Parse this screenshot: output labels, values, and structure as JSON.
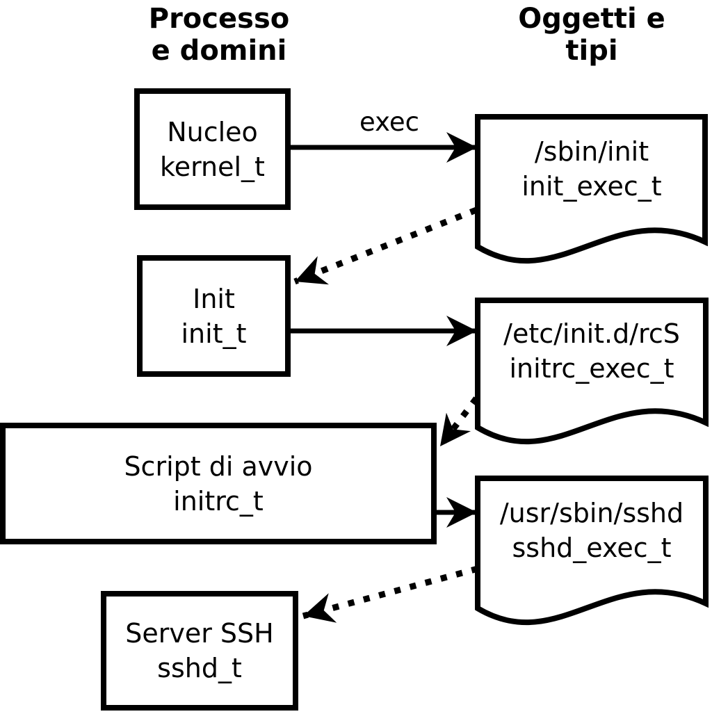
{
  "headers": {
    "left": {
      "line1": "Processo",
      "line2": "e domini"
    },
    "right": {
      "line1": "Oggetti e",
      "line2": "tipi"
    }
  },
  "boxes": [
    {
      "id": "kernel",
      "line1": "Nucleo",
      "line2": "kernel_t"
    },
    {
      "id": "init",
      "line1": "Init",
      "line2": "init_t"
    },
    {
      "id": "initrc",
      "line1": "Script di avvio",
      "line2": "initrc_t"
    },
    {
      "id": "sshd",
      "line1": "Server SSH",
      "line2": "sshd_t"
    }
  ],
  "documents": [
    {
      "id": "init-exec",
      "line1": "/sbin/init",
      "line2": "init_exec_t"
    },
    {
      "id": "initrc-exec",
      "line1": "/etc/init.d/rcS",
      "line2": "initrc_exec_t"
    },
    {
      "id": "sshd-exec",
      "line1": "/usr/sbin/sshd",
      "line2": "sshd_exec_t"
    }
  ],
  "edges": {
    "exec_label": "exec"
  },
  "colors": {
    "line": "#000000",
    "background": "#ffffff"
  }
}
